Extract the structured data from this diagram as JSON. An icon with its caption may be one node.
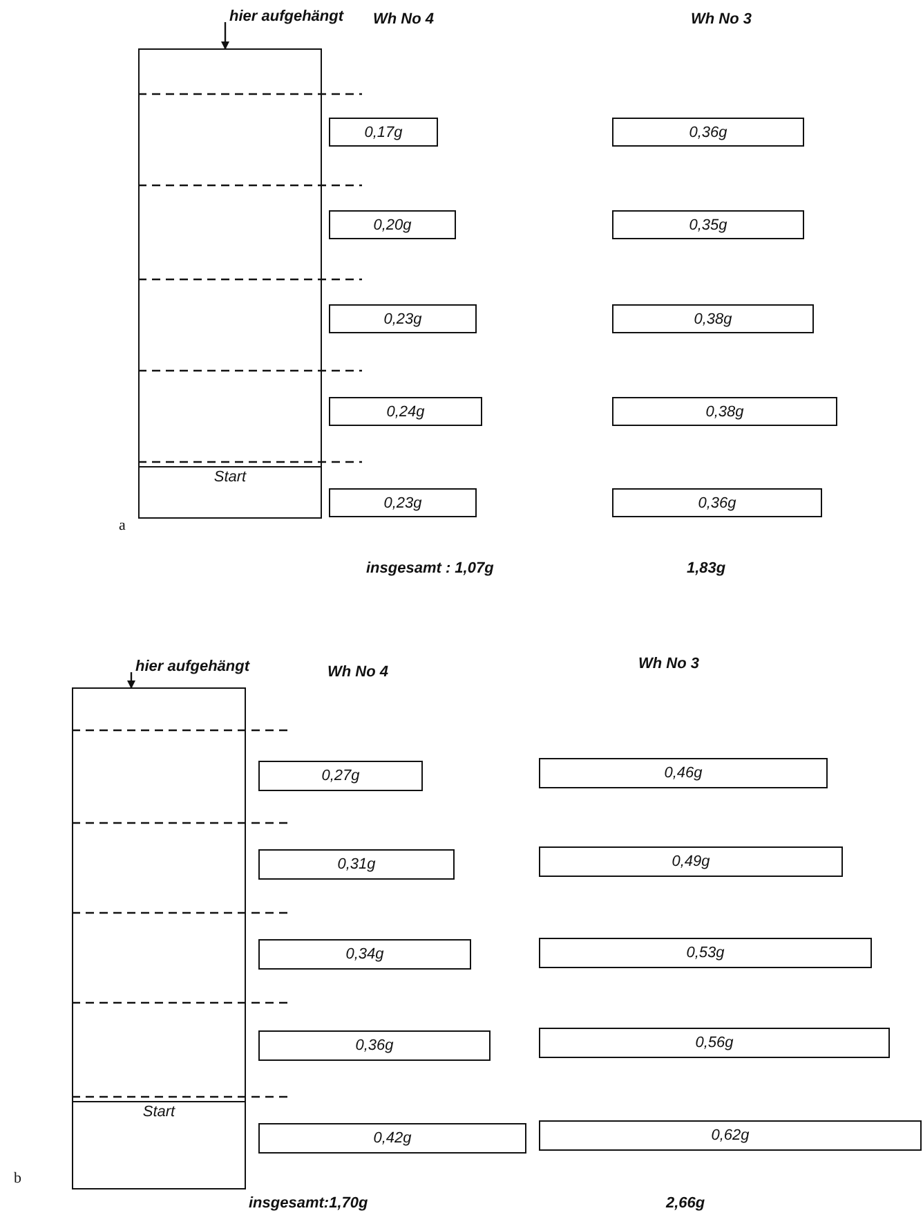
{
  "diagram": {
    "nodes": [
      {
        "text": [
          "Start"
        ]
      },
      {
        "text": [
          "hier aufgehängt"
        ]
      },
      {
        "text": [
          "0,17g"
        ]
      },
      {
        "text": [
          "0,20g"
        ]
      },
      {
        "text": [
          "0,23g"
        ]
      },
      {
        "text": [
          "0,24g"
        ]
      },
      {
        "text": [
          "0,23g"
        ]
      },
      {
        "text": [
          "0,36g"
        ]
      },
      {
        "text": [
          "0,35g"
        ]
      },
      {
        "text": [
          "0,38g"
        ]
      },
      {
        "text": [
          "0,38g"
        ]
      },
      {
        "text": [
          "0,36g"
        ]
      },
      {
        "text": [
          "Start"
        ]
      },
      {
        "text": [
          "hier aufgehängt"
        ]
      },
      {
        "text": [
          "0,27g"
        ]
      },
      {
        "text": [
          "0,31g"
        ]
      },
      {
        "text": [
          "0,34g"
        ]
      },
      {
        "text": [
          "0,36g"
        ]
      },
      {
        "text": [
          "0,42g"
        ]
      },
      {
        "text": [
          "0,46g"
        ]
      },
      {
        "text": [
          "0,49g"
        ]
      },
      {
        "text": [
          "0,53g"
        ]
      },
      {
        "text": [
          "0,56g"
        ]
      },
      {
        "text": [
          "0,62g"
        ]
      }
    ],
    "edges": [
      {
        "from": 1,
        "to": 0,
        "arrow": "to"
      },
      {
        "from": 13,
        "to": 12,
        "arrow": "to"
      }
    ],
    "labels": [
      "Wh No 4",
      "Wh No 3",
      "a",
      "insgesamt : 1,07g",
      "1,83g",
      "Wh No 4",
      "Wh No 3",
      "b",
      "insgesamt:1,70g",
      "2,66g"
    ]
  }
}
